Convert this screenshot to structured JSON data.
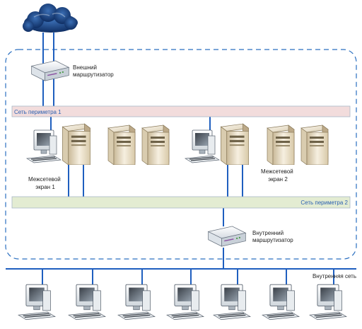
{
  "labels": {
    "external_router": [
      "Внешний",
      "маршрутизатор"
    ],
    "internal_router": [
      "Внутренний",
      "маршрутизатор"
    ],
    "firewall_1": [
      "Межсетевой",
      "экран 1"
    ],
    "firewall_2": [
      "Межсетевой",
      "экран 2"
    ],
    "perimeter_1": "Сеть периметра 1",
    "perimeter_2": "Сеть периметра 2",
    "internal_network": "Внутренняя сеть"
  },
  "icons": {
    "cloud": "cloud-icon",
    "router": "router-icon",
    "server": "server-tower-icon",
    "workstation": "workstation-icon"
  },
  "colors": {
    "network_line": "#1f5fbf",
    "perimeter_1_band": "#f2dcdc",
    "perimeter_2_band": "#e3ecd2",
    "dashed_boundary": "#2a6fc0",
    "band_text": "#2a5fb0"
  }
}
